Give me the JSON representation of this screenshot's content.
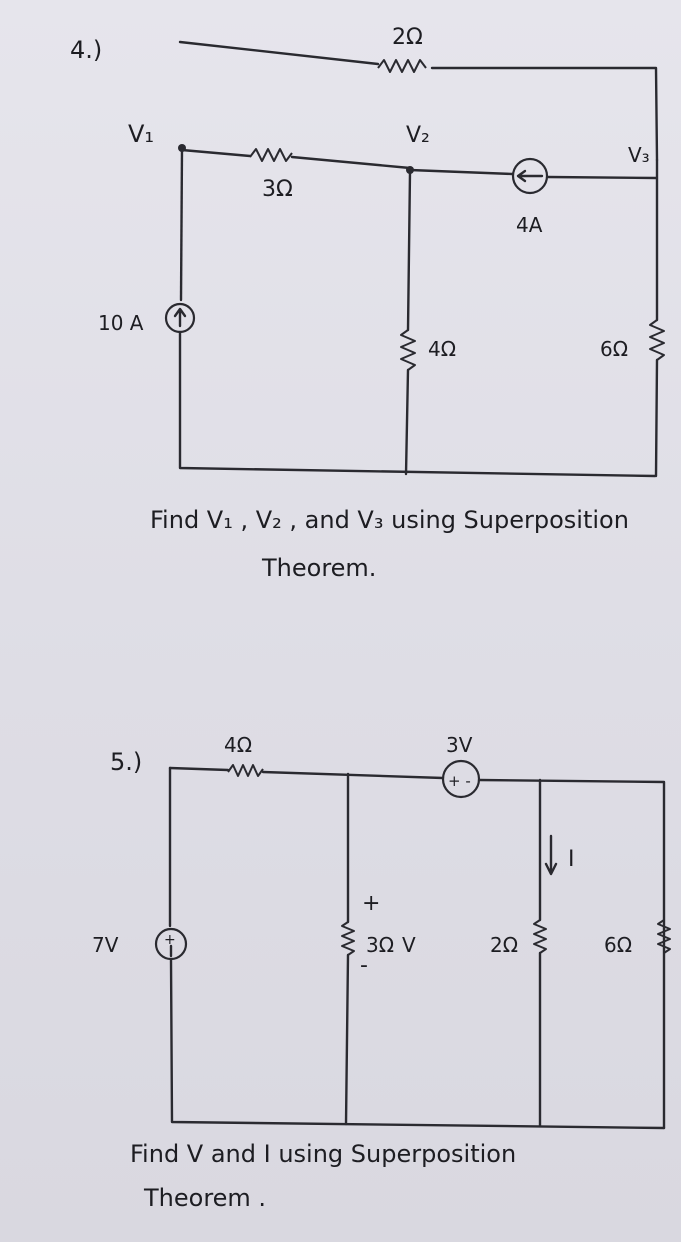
{
  "problem4": {
    "number": "4.)",
    "r_top": "2Ω",
    "node_v1": "V₁",
    "node_v2": "V₂",
    "node_v3": "V₃",
    "r_left": "3Ω",
    "current_source_top": "4A",
    "current_source_left": "10 A",
    "r_middle": "4Ω",
    "r_right": "6Ω",
    "question_line1": "Find V₁ , V₂ , and V₃ using Superposition",
    "question_line2": "Theorem."
  },
  "problem5": {
    "number": "5.)",
    "r_top": "4Ω",
    "voltage_source_top": "3V",
    "voltage_source_top_polarity": "+ -",
    "voltage_source_left": "7V",
    "r_middle": "3Ω",
    "v_label": "V",
    "plus_sign": "+",
    "minus_sign": "-",
    "r_mid2": "2Ω",
    "current_label": "I",
    "r_right": "6Ω",
    "question_line1": "Find  V  and  I  using  Superposition",
    "question_line2": "Theorem ."
  },
  "colors": {
    "ink": "#1d1d22",
    "paper": "#e4e3ea"
  }
}
